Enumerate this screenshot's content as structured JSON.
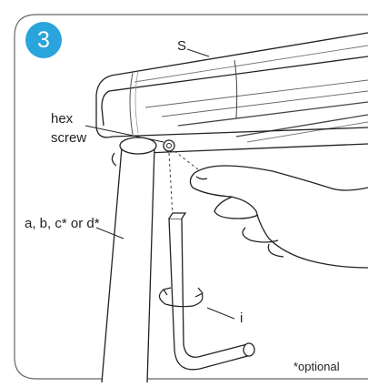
{
  "step": {
    "number": "3",
    "badge_color": "#2aa4dc"
  },
  "labels": {
    "profile": "S",
    "screw_line1": "hex",
    "screw_line2": "screw",
    "legs": "a, b, c* or d*",
    "key": "i",
    "footnote": "*optional"
  },
  "icons": {
    "rotation": "rotate-arrow-icon"
  }
}
